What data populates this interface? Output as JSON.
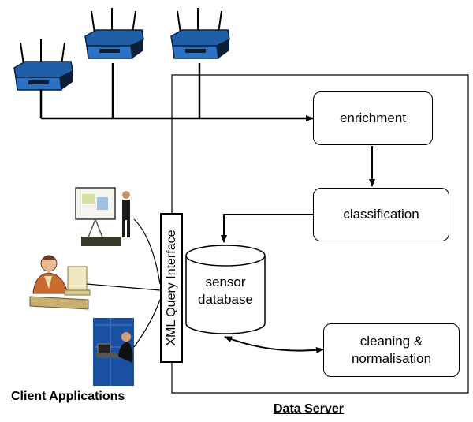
{
  "processes": {
    "enrichment": "enrichment",
    "classification": "classification",
    "cleaning_line1": "cleaning &",
    "cleaning_line2": "normalisation"
  },
  "database": {
    "line1": "sensor",
    "line2": "database"
  },
  "interface_label": "XML Query Interface",
  "captions": {
    "client": "Client Applications",
    "server": "Data Server"
  },
  "icons": [
    "wireless-router-icon",
    "presenter-clipart-icon",
    "office-worker-clipart-icon",
    "laptop-user-clipart-icon"
  ],
  "colors": {
    "router_blue": "#1f5fa8",
    "router_dark": "#0b1e3a",
    "line": "#000000"
  }
}
